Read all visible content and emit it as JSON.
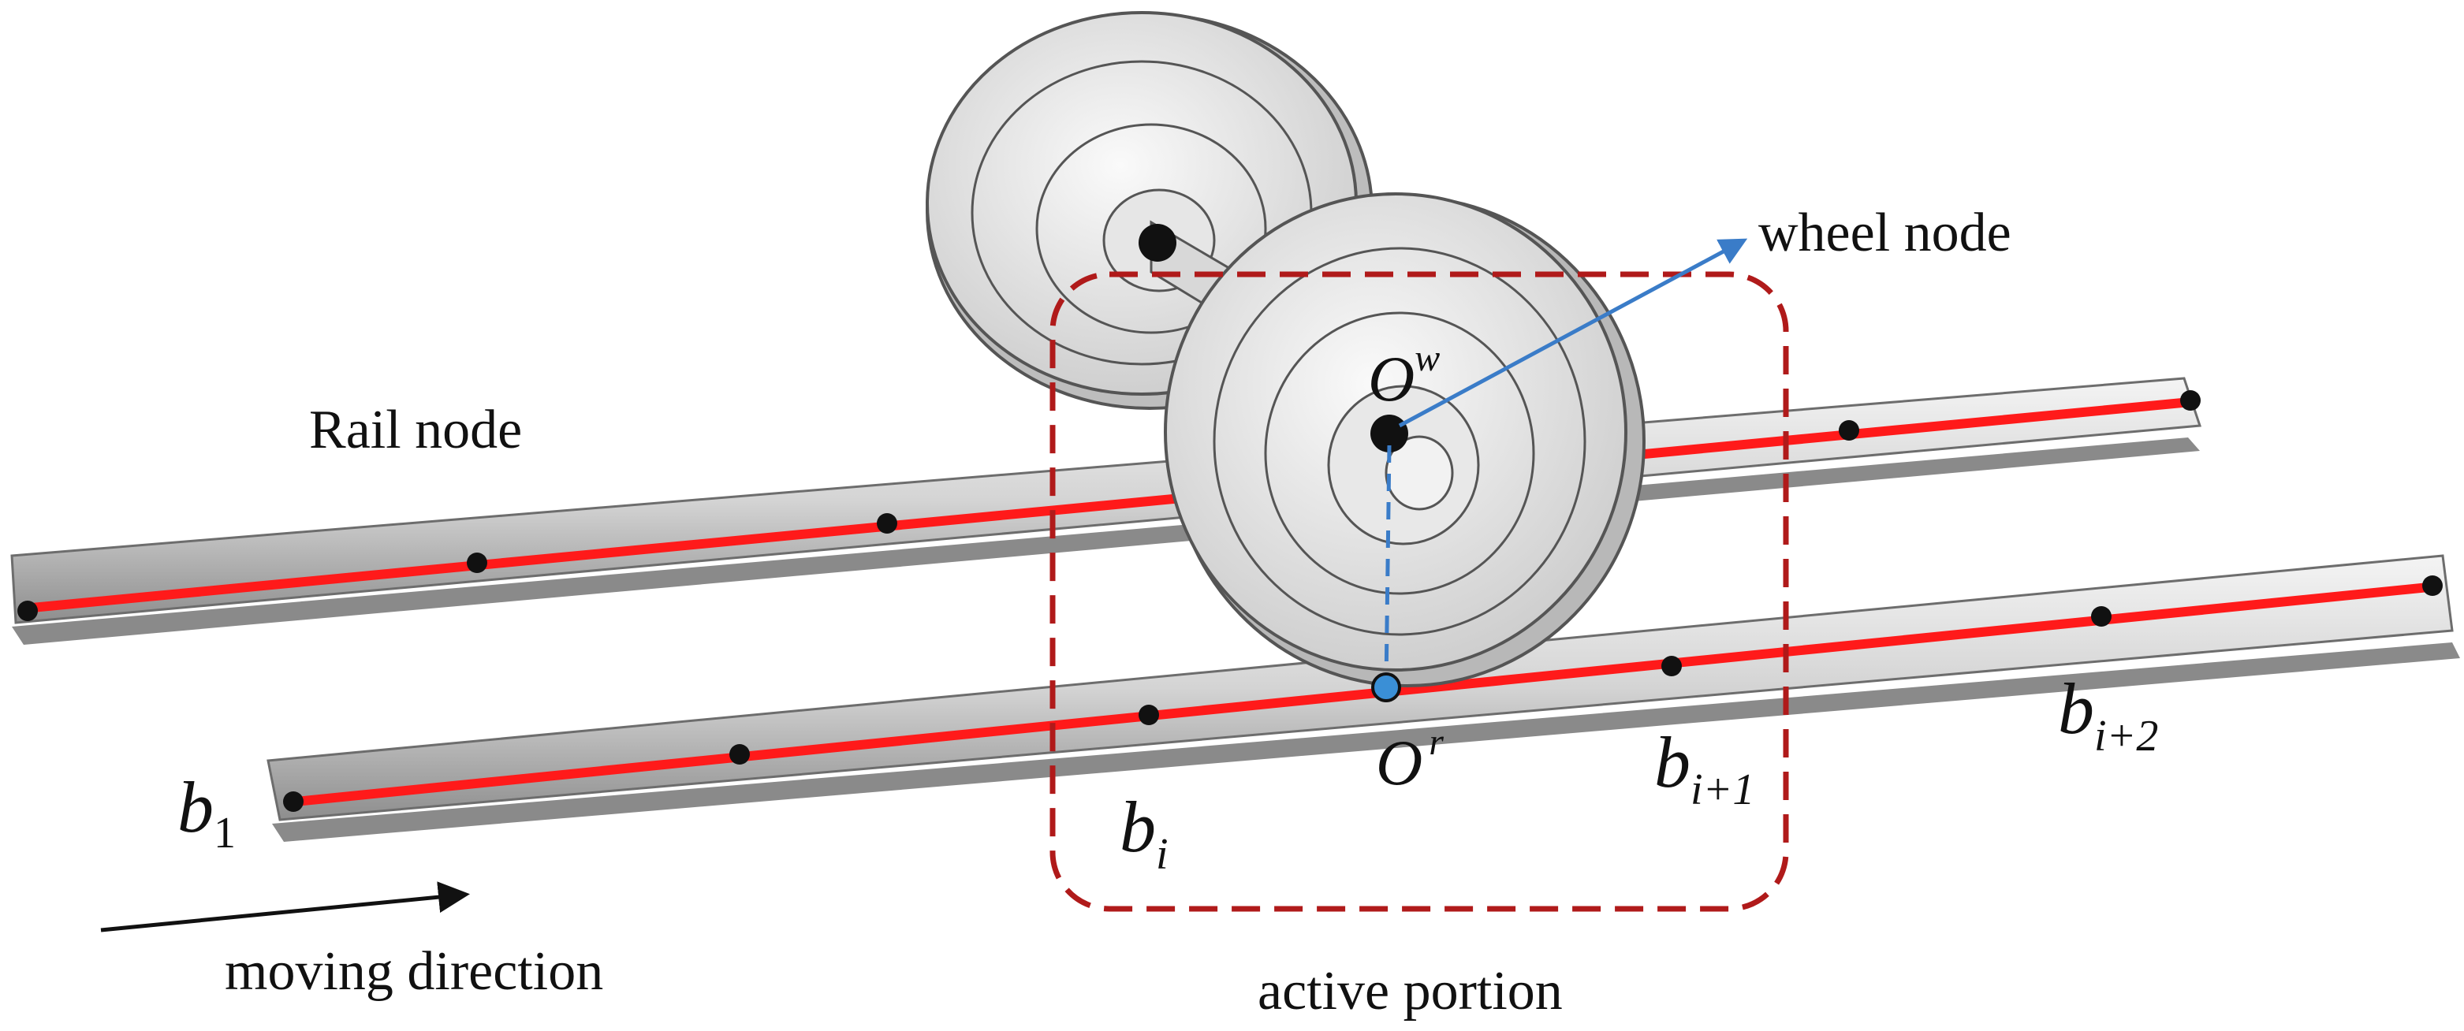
{
  "labels": {
    "wheel_node": "wheel node",
    "rail_node": "Rail node",
    "moving_direction": "moving direction",
    "active_portion": "active portion",
    "wheel_center": {
      "base": "O",
      "sup": "w"
    },
    "contact_point": {
      "base": "O",
      "sup": "r"
    },
    "b1": {
      "base": "b",
      "sub": "1"
    },
    "bi": {
      "base": "b",
      "sub": "i"
    },
    "bi1": {
      "base": "b",
      "sub": "i+1"
    },
    "bi2": {
      "base": "b",
      "sub": "i+2"
    }
  },
  "colors": {
    "rail_body": "#d2d2d2",
    "rail_dark": "#8a8a8a",
    "center_line": "#ff1a1a",
    "node": "#111111",
    "active_box": "#b01a1a",
    "pointer": "#3a7cc8",
    "contact_node": "#3a8fd6",
    "wheel_face": "#ececec",
    "wheel_edge": "#555555"
  }
}
